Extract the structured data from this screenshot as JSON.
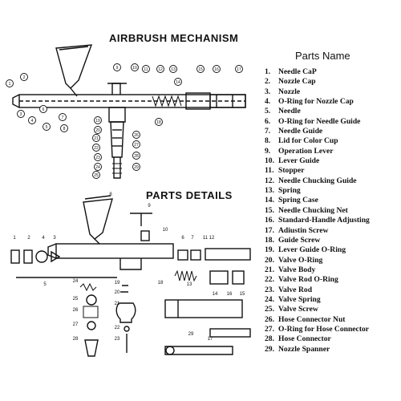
{
  "titles": {
    "mechanism": "AIRBRUSH MECHANISM",
    "details": "PARTS DETAILS",
    "parts_name": "Parts Name"
  },
  "parts": [
    {
      "num": "1.",
      "name": "Needle CaP"
    },
    {
      "num": "2.",
      "name": "Nozzle Cap"
    },
    {
      "num": "3.",
      "name": "Nozzle"
    },
    {
      "num": "4.",
      "name": "O-Ring for Nozzle Cap"
    },
    {
      "num": "5.",
      "name": "Needle"
    },
    {
      "num": "6.",
      "name": "O-Ring for Needle Guide"
    },
    {
      "num": "7.",
      "name": "Needle Guide"
    },
    {
      "num": "8.",
      "name": "Lid for Color Cup"
    },
    {
      "num": "9.",
      "name": "Operation Lever"
    },
    {
      "num": "10.",
      "name": "Lever Guide"
    },
    {
      "num": "11.",
      "name": "Stopper"
    },
    {
      "num": "12.",
      "name": "Needle Chucking Guide"
    },
    {
      "num": "13.",
      "name": "Spring"
    },
    {
      "num": "14.",
      "name": "Spring Case"
    },
    {
      "num": "15.",
      "name": "Needle Chucking Net"
    },
    {
      "num": "16.",
      "name": "Standard-Handle Adjusting"
    },
    {
      "num": "17.",
      "name": "Adiustin Screw"
    },
    {
      "num": "18.",
      "name": "Guide Screw"
    },
    {
      "num": "19.",
      "name": "Lever Guide O-Ring"
    },
    {
      "num": "20.",
      "name": "Valve O-Ring"
    },
    {
      "num": "21.",
      "name": "Valve Body"
    },
    {
      "num": "22.",
      "name": "Valve Rod O-Ring"
    },
    {
      "num": "23.",
      "name": "Valve Rod"
    },
    {
      "num": "24.",
      "name": "Valve Spring"
    },
    {
      "num": "25.",
      "name": "Valve Screw"
    },
    {
      "num": "26.",
      "name": "Hose Connector Nut"
    },
    {
      "num": "27.",
      "name": "O-Ring for Hose Connector"
    },
    {
      "num": "28.",
      "name": "Hose Connector"
    },
    {
      "num": "29.",
      "name": "Nozzle Spanner"
    }
  ],
  "callouts": {
    "mechanism": [
      "1",
      "2",
      "3",
      "4",
      "5",
      "6",
      "7",
      "8",
      "9",
      "10",
      "11",
      "12",
      "13",
      "14",
      "15",
      "16",
      "17",
      "18",
      "19",
      "20",
      "21",
      "22",
      "23",
      "24",
      "25",
      "26",
      "27",
      "28",
      "29"
    ],
    "details": [
      "1",
      "2",
      "4",
      "3",
      "5",
      "6",
      "7",
      "8",
      "9",
      "10",
      "11",
      "12",
      "13",
      "14",
      "15",
      "16",
      "17",
      "18",
      "19",
      "20",
      "21",
      "22",
      "23",
      "24",
      "25",
      "26",
      "27",
      "28",
      "29"
    ]
  }
}
